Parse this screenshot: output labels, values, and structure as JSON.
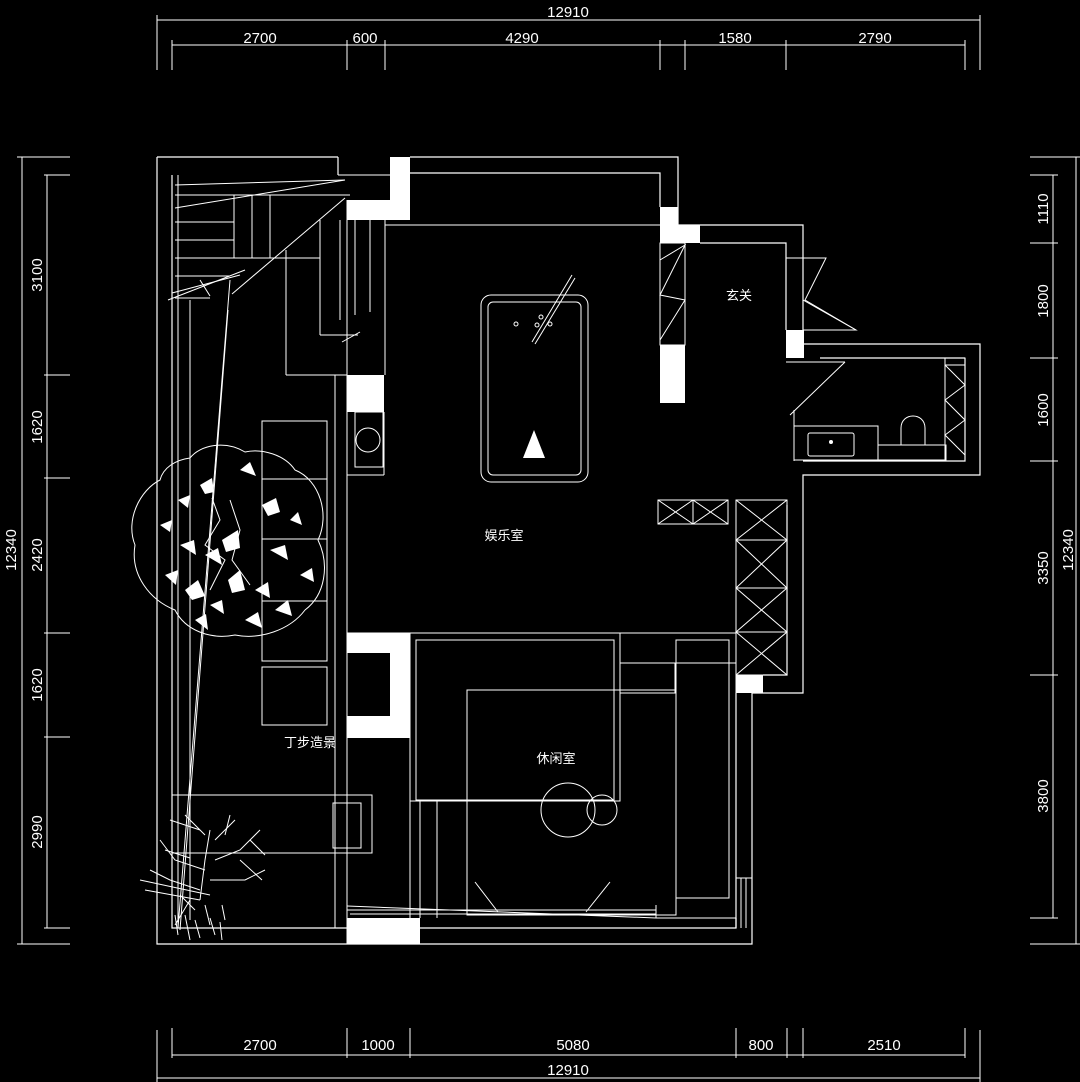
{
  "dimensions": {
    "top_total": "12910",
    "top_segments": [
      "2700",
      "600",
      "4290",
      "1580",
      "2790"
    ],
    "bottom_total": "12910",
    "bottom_segments": [
      "2700",
      "1000",
      "5080",
      "800",
      "2510"
    ],
    "left_total": "12340",
    "left_segments": [
      "3100",
      "1620",
      "2420",
      "1620",
      "2990"
    ],
    "right_total": "12340",
    "right_segments": [
      "1110",
      "1800",
      "1600",
      "3350",
      "3800"
    ]
  },
  "rooms": {
    "entertainment": "娱乐室",
    "entrance": "玄关",
    "leisure": "休闲室",
    "garden": "丁步造景"
  },
  "icons": [
    "billiard-table-icon",
    "tree-icon",
    "toilet-icon",
    "sink-icon",
    "table-icon",
    "stair-icon"
  ]
}
